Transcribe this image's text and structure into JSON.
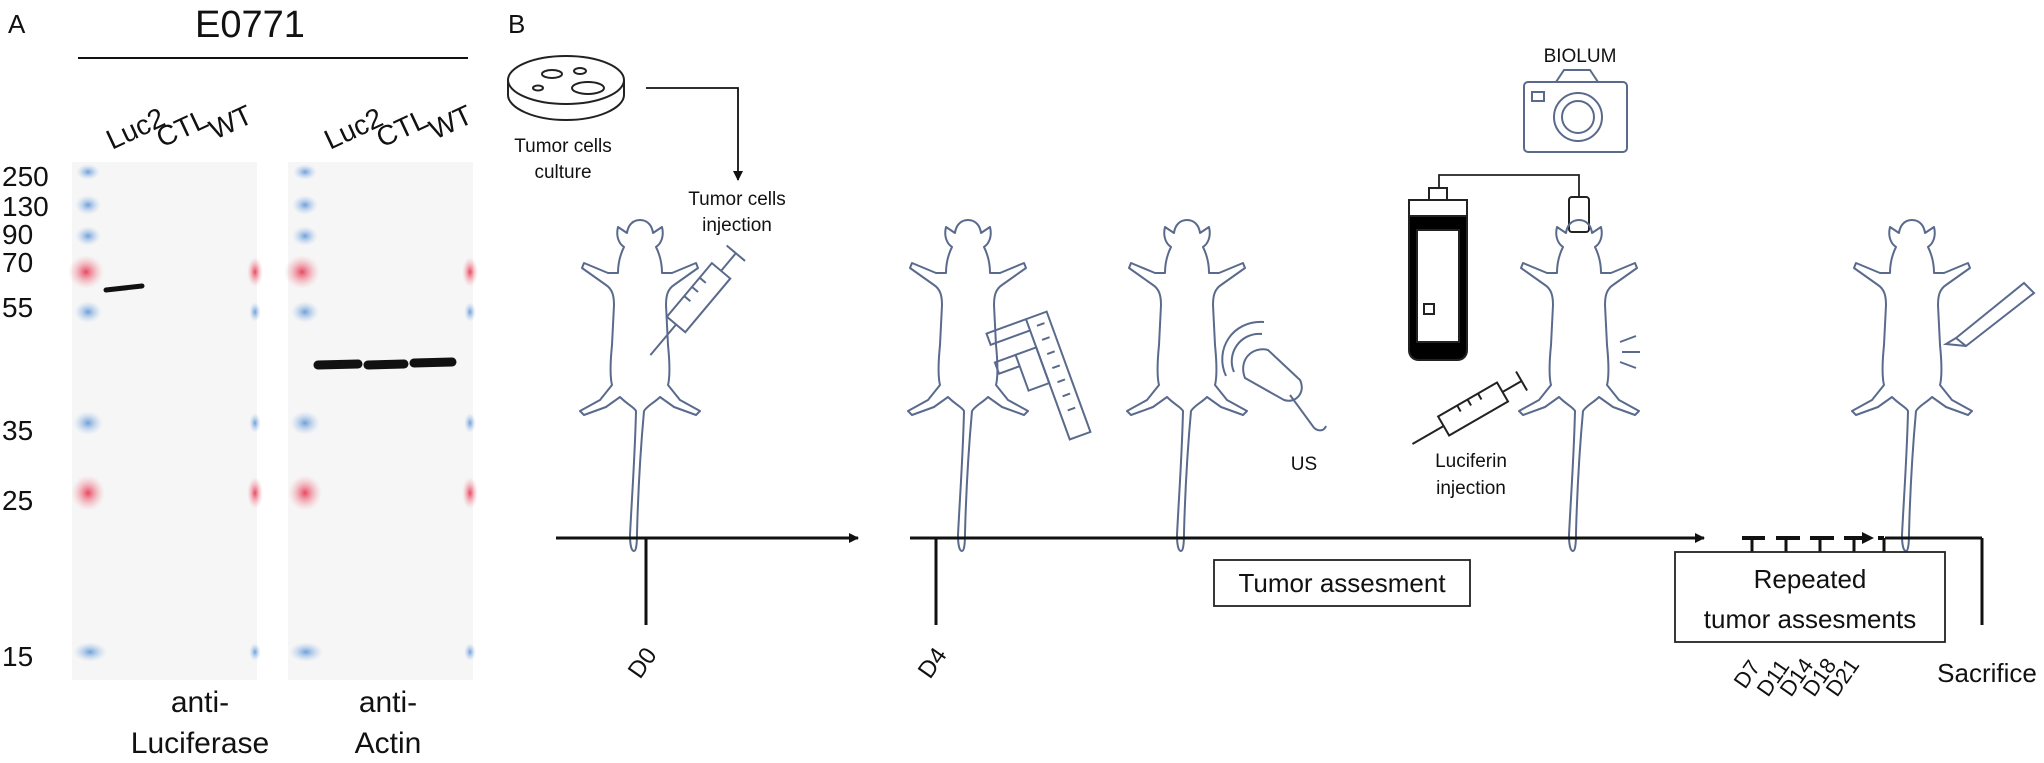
{
  "panel_a": {
    "label": "A",
    "cell_line": "E0771",
    "lanes": [
      "Luc2",
      "CTL",
      "WT"
    ],
    "markers": [
      "250",
      "130",
      "90",
      "70",
      "55",
      "35",
      "25",
      "15"
    ],
    "blots": [
      {
        "caption_line1": "anti-",
        "caption_line2": "Luciferase"
      },
      {
        "caption_line1": "anti-",
        "caption_line2": "Actin"
      }
    ]
  },
  "panel_b": {
    "label": "B",
    "culture_label_line1": "Tumor cells",
    "culture_label_line2": "culture",
    "injection_label_line1": "Tumor cells",
    "injection_label_line2": "injection",
    "camera_label": "BIOLUM",
    "us_label": "US",
    "luciferin_line1": "Luciferin",
    "luciferin_line2": "injection",
    "tumor_assessment": "Tumor assesment",
    "repeated_line1": "Repeated",
    "repeated_line2": "tumor assesments",
    "days": [
      "D0",
      "D4",
      "D7",
      "D11",
      "D14",
      "D18",
      "D21"
    ],
    "sacrifice": "Sacrifice"
  }
}
